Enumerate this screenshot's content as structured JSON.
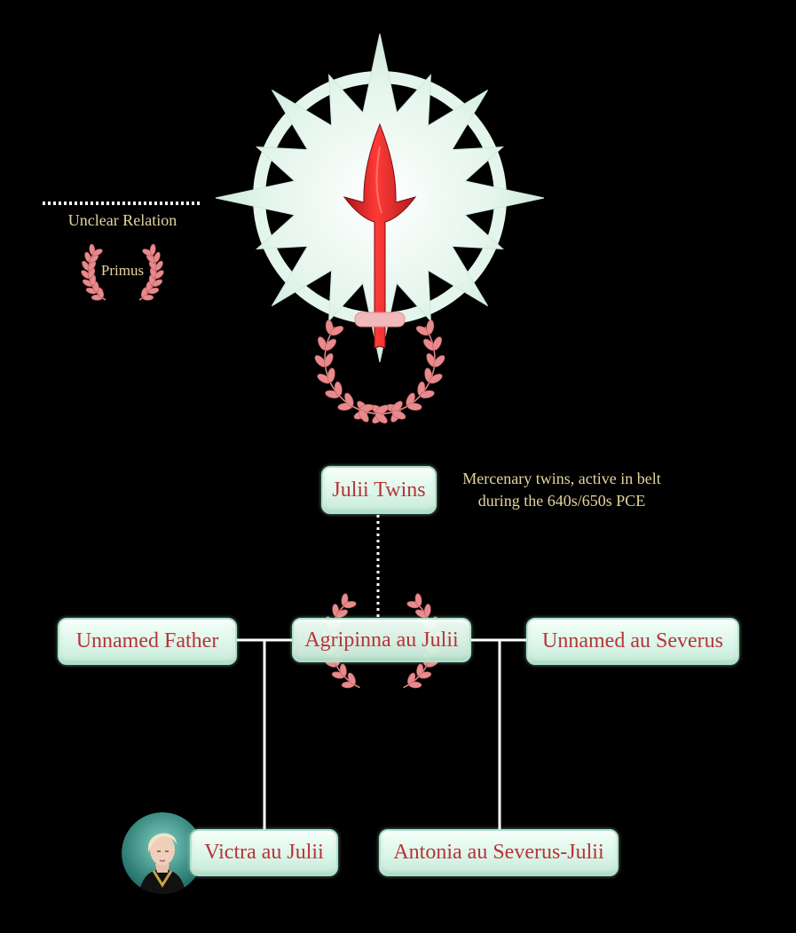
{
  "legend": {
    "unclear_relation": "Unclear Relation",
    "primus": "Primus"
  },
  "colors": {
    "node_text": "#b83336",
    "note_text": "#e6d39e",
    "laurel": "#e88a8c",
    "sun_emblem": "#e8f7ef",
    "spear": "#d8282a"
  },
  "people": {
    "julii_twins": "Julii Twins",
    "agripinna": "Agripinna au Julii",
    "unnamed_father": "Unnamed Father",
    "unnamed_severus": "Unnamed au Severus",
    "victra": "Victra au Julii",
    "antonia": "Antonia au Severus-Julii"
  },
  "notes": {
    "twins_line1": "Mercenary twins, active in belt",
    "twins_line2": "during the 640s/650s PCE"
  },
  "relations": [
    {
      "from": "Julii Twins",
      "to": "Agripinna au Julii",
      "type": "unclear"
    },
    {
      "from": "Unnamed Father",
      "to": "Agripinna au Julii",
      "type": "union"
    },
    {
      "from": "Agripinna au Julii",
      "to": "Unnamed au Severus",
      "type": "union"
    },
    {
      "from": "Unnamed Father + Agripinna au Julii",
      "to": "Victra au Julii",
      "type": "child"
    },
    {
      "from": "Agripinna au Julii + Unnamed au Severus",
      "to": "Antonia au Severus-Julii",
      "type": "child"
    }
  ],
  "primus_marked": [
    "Agripinna au Julii"
  ],
  "icons": {
    "house_sigil": "julii-sun-spear-icon",
    "laurel": "laurel-wreath-icon",
    "portrait": "victra-portrait-icon"
  }
}
